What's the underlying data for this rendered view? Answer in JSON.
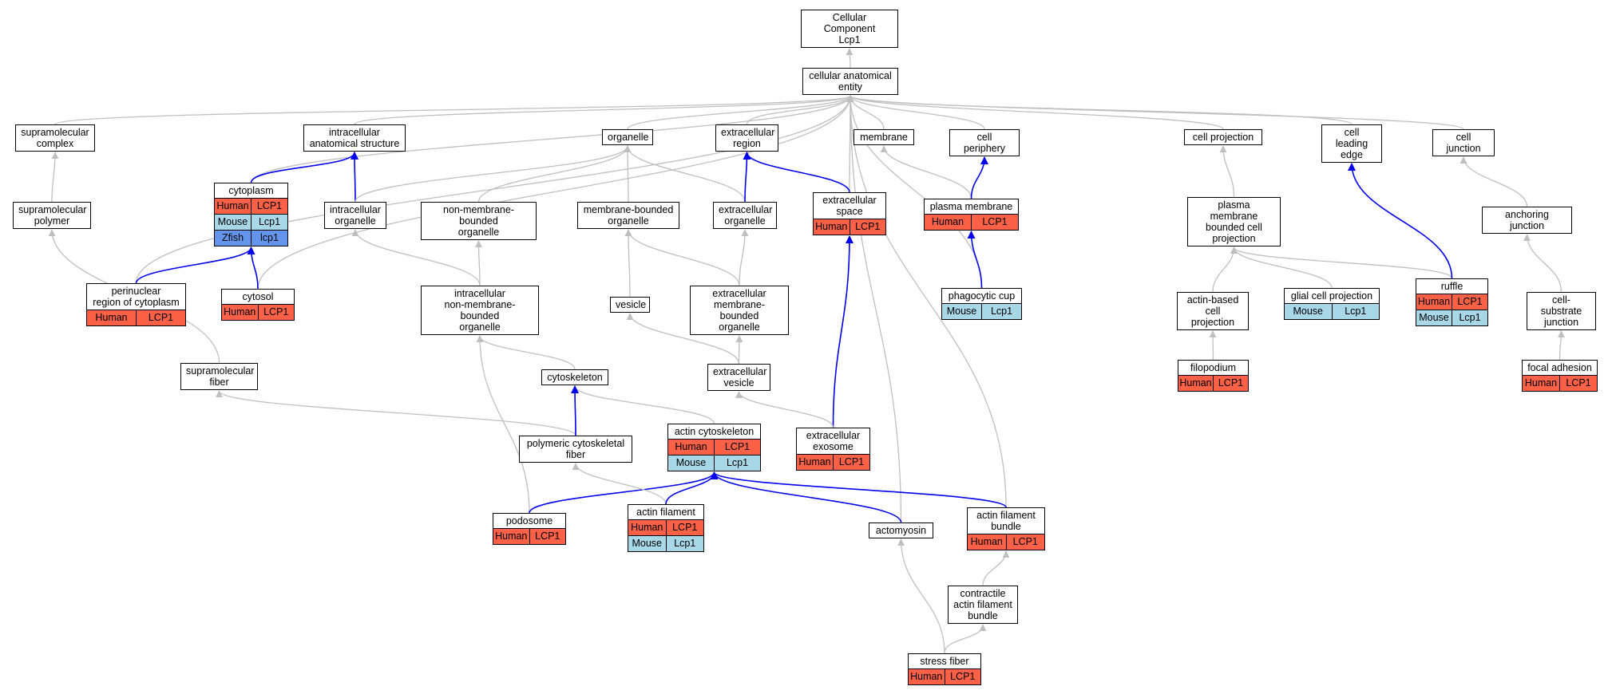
{
  "colors": {
    "human": "#fa6146",
    "mouse": "#a8d8e8",
    "zfish": "#6495ed",
    "gray_edge": "#bfbfbf",
    "blue_edge": "#0000ee"
  },
  "nodes": [
    {
      "id": "cc",
      "label": "Cellular Component\nLcp1",
      "annotations": []
    },
    {
      "id": "cae",
      "label": "cellular anatomical\nentity",
      "annotations": []
    },
    {
      "id": "supcomplex",
      "label": "supramolecular\ncomplex",
      "annotations": []
    },
    {
      "id": "ias",
      "label": "intracellular\nanatomical structure",
      "annotations": []
    },
    {
      "id": "organelle",
      "label": "organelle",
      "annotations": []
    },
    {
      "id": "exreg",
      "label": "extracellular\nregion",
      "annotations": []
    },
    {
      "id": "membrane",
      "label": "membrane",
      "annotations": []
    },
    {
      "id": "cellper",
      "label": "cell periphery",
      "annotations": []
    },
    {
      "id": "cellproj",
      "label": "cell projection",
      "annotations": []
    },
    {
      "id": "leadedge",
      "label": "cell leading\nedge",
      "annotations": []
    },
    {
      "id": "celljunc",
      "label": "cell junction",
      "annotations": []
    },
    {
      "id": "suppoly",
      "label": "supramolecular\npolymer",
      "annotations": []
    },
    {
      "id": "cytoplasm",
      "label": "cytoplasm",
      "annotations": [
        {
          "species": "Human",
          "gene": "LCP1"
        },
        {
          "species": "Mouse",
          "gene": "Lcp1"
        },
        {
          "species": "Zfish",
          "gene": "lcp1"
        }
      ]
    },
    {
      "id": "intorg",
      "label": "intracellular\norganelle",
      "annotations": []
    },
    {
      "id": "nmbo",
      "label": "non-membrane-bounded\norganelle",
      "annotations": []
    },
    {
      "id": "mbo",
      "label": "membrane-bounded\norganelle",
      "annotations": []
    },
    {
      "id": "exorg",
      "label": "extracellular\norganelle",
      "annotations": []
    },
    {
      "id": "exspace",
      "label": "extracellular\nspace",
      "annotations": [
        {
          "species": "Human",
          "gene": "LCP1"
        }
      ]
    },
    {
      "id": "plasmem",
      "label": "plasma membrane",
      "annotations": [
        {
          "species": "Human",
          "gene": "LCP1"
        }
      ]
    },
    {
      "id": "pmbcp",
      "label": "plasma membrane\nbounded cell\nprojection",
      "annotations": []
    },
    {
      "id": "anchjunc",
      "label": "anchoring junction",
      "annotations": []
    },
    {
      "id": "perinuc",
      "label": "perinuclear\nregion of cytoplasm",
      "annotations": [
        {
          "species": "Human",
          "gene": "LCP1"
        }
      ]
    },
    {
      "id": "cytosol",
      "label": "cytosol",
      "annotations": [
        {
          "species": "Human",
          "gene": "LCP1"
        }
      ]
    },
    {
      "id": "inmbo",
      "label": "intracellular\nnon-membrane-bounded\norganelle",
      "annotations": []
    },
    {
      "id": "vesicle",
      "label": "vesicle",
      "annotations": []
    },
    {
      "id": "exmbo",
      "label": "extracellular\nmembrane-bounded\norganelle",
      "annotations": []
    },
    {
      "id": "phagcup",
      "label": "phagocytic cup",
      "annotations": [
        {
          "species": "Mouse",
          "gene": "Lcp1"
        }
      ]
    },
    {
      "id": "abcp",
      "label": "actin-based\ncell projection",
      "annotations": []
    },
    {
      "id": "gcp",
      "label": "glial cell projection",
      "annotations": [
        {
          "species": "Mouse",
          "gene": "Lcp1"
        }
      ]
    },
    {
      "id": "ruffle",
      "label": "ruffle",
      "annotations": [
        {
          "species": "Human",
          "gene": "LCP1"
        },
        {
          "species": "Mouse",
          "gene": "Lcp1"
        }
      ]
    },
    {
      "id": "csj",
      "label": "cell-substrate\njunction",
      "annotations": []
    },
    {
      "id": "supfiber",
      "label": "supramolecular\nfiber",
      "annotations": []
    },
    {
      "id": "cytoskel",
      "label": "cytoskeleton",
      "annotations": []
    },
    {
      "id": "exves",
      "label": "extracellular\nvesicle",
      "annotations": []
    },
    {
      "id": "filopod",
      "label": "filopodium",
      "annotations": [
        {
          "species": "Human",
          "gene": "LCP1"
        }
      ]
    },
    {
      "id": "focadh",
      "label": "focal adhesion",
      "annotations": [
        {
          "species": "Human",
          "gene": "LCP1"
        }
      ]
    },
    {
      "id": "actcyto",
      "label": "actin cytoskeleton",
      "annotations": [
        {
          "species": "Human",
          "gene": "LCP1"
        },
        {
          "species": "Mouse",
          "gene": "Lcp1"
        }
      ]
    },
    {
      "id": "polycyto",
      "label": "polymeric cytoskeletal\nfiber",
      "annotations": []
    },
    {
      "id": "exosome",
      "label": "extracellular\nexosome",
      "annotations": [
        {
          "species": "Human",
          "gene": "LCP1"
        }
      ]
    },
    {
      "id": "podosome",
      "label": "podosome",
      "annotations": [
        {
          "species": "Human",
          "gene": "LCP1"
        }
      ]
    },
    {
      "id": "actfil",
      "label": "actin filament",
      "annotations": [
        {
          "species": "Human",
          "gene": "LCP1"
        },
        {
          "species": "Mouse",
          "gene": "Lcp1"
        }
      ]
    },
    {
      "id": "actomyo",
      "label": "actomyosin",
      "annotations": []
    },
    {
      "id": "afb",
      "label": "actin filament\nbundle",
      "annotations": [
        {
          "species": "Human",
          "gene": "LCP1"
        }
      ]
    },
    {
      "id": "cafb",
      "label": "contractile\nactin filament\nbundle",
      "annotations": []
    },
    {
      "id": "stressfib",
      "label": "stress fiber",
      "annotations": [
        {
          "species": "Human",
          "gene": "LCP1"
        }
      ]
    }
  ],
  "edges": [
    {
      "from": "cae",
      "to": "cc",
      "kind": "is_a"
    },
    {
      "from": "supcomplex",
      "to": "cae",
      "kind": "is_a"
    },
    {
      "from": "ias",
      "to": "cae",
      "kind": "is_a"
    },
    {
      "from": "organelle",
      "to": "cae",
      "kind": "is_a"
    },
    {
      "from": "exreg",
      "to": "cae",
      "kind": "is_a"
    },
    {
      "from": "membrane",
      "to": "cae",
      "kind": "is_a"
    },
    {
      "from": "cellper",
      "to": "cae",
      "kind": "is_a"
    },
    {
      "from": "cellproj",
      "to": "cae",
      "kind": "is_a"
    },
    {
      "from": "leadedge",
      "to": "cae",
      "kind": "is_a"
    },
    {
      "from": "celljunc",
      "to": "cae",
      "kind": "is_a"
    },
    {
      "from": "cytoplasm",
      "to": "cae",
      "kind": "is_a"
    },
    {
      "from": "perinuc",
      "to": "cae",
      "kind": "is_a"
    },
    {
      "from": "cytosol",
      "to": "cae",
      "kind": "is_a"
    },
    {
      "from": "exspace",
      "to": "cae",
      "kind": "is_a"
    },
    {
      "from": "phagcup",
      "to": "cae",
      "kind": "is_a"
    },
    {
      "from": "actomyo",
      "to": "cae",
      "kind": "is_a"
    },
    {
      "from": "afb",
      "to": "cae",
      "kind": "is_a"
    },
    {
      "from": "suppoly",
      "to": "supcomplex",
      "kind": "is_a"
    },
    {
      "from": "supfiber",
      "to": "suppoly",
      "kind": "is_a"
    },
    {
      "from": "polycyto",
      "to": "supfiber",
      "kind": "is_a"
    },
    {
      "from": "cytoplasm",
      "to": "ias",
      "kind": "part_of"
    },
    {
      "from": "intorg",
      "to": "ias",
      "kind": "part_of"
    },
    {
      "from": "perinuc",
      "to": "cytoplasm",
      "kind": "part_of"
    },
    {
      "from": "cytosol",
      "to": "cytoplasm",
      "kind": "part_of"
    },
    {
      "from": "intorg",
      "to": "organelle",
      "kind": "is_a"
    },
    {
      "from": "nmbo",
      "to": "organelle",
      "kind": "is_a"
    },
    {
      "from": "mbo",
      "to": "organelle",
      "kind": "is_a"
    },
    {
      "from": "exorg",
      "to": "organelle",
      "kind": "is_a"
    },
    {
      "from": "exorg",
      "to": "exreg",
      "kind": "part_of"
    },
    {
      "from": "exspace",
      "to": "exreg",
      "kind": "part_of"
    },
    {
      "from": "plasmem",
      "to": "membrane",
      "kind": "is_a"
    },
    {
      "from": "plasmem",
      "to": "cellper",
      "kind": "part_of"
    },
    {
      "from": "phagcup",
      "to": "plasmem",
      "kind": "part_of"
    },
    {
      "from": "exosome",
      "to": "exspace",
      "kind": "part_of"
    },
    {
      "from": "pmbcp",
      "to": "cellproj",
      "kind": "is_a"
    },
    {
      "from": "abcp",
      "to": "pmbcp",
      "kind": "is_a"
    },
    {
      "from": "gcp",
      "to": "pmbcp",
      "kind": "is_a"
    },
    {
      "from": "ruffle",
      "to": "pmbcp",
      "kind": "is_a"
    },
    {
      "from": "ruffle",
      "to": "leadedge",
      "kind": "part_of"
    },
    {
      "from": "filopod",
      "to": "abcp",
      "kind": "is_a"
    },
    {
      "from": "anchjunc",
      "to": "celljunc",
      "kind": "is_a"
    },
    {
      "from": "csj",
      "to": "anchjunc",
      "kind": "is_a"
    },
    {
      "from": "focadh",
      "to": "csj",
      "kind": "is_a"
    },
    {
      "from": "inmbo",
      "to": "intorg",
      "kind": "is_a"
    },
    {
      "from": "inmbo",
      "to": "nmbo",
      "kind": "is_a"
    },
    {
      "from": "vesicle",
      "to": "mbo",
      "kind": "is_a"
    },
    {
      "from": "exmbo",
      "to": "mbo",
      "kind": "is_a"
    },
    {
      "from": "exmbo",
      "to": "exorg",
      "kind": "is_a"
    },
    {
      "from": "cytoskel",
      "to": "inmbo",
      "kind": "is_a"
    },
    {
      "from": "exves",
      "to": "vesicle",
      "kind": "is_a"
    },
    {
      "from": "exves",
      "to": "exmbo",
      "kind": "is_a"
    },
    {
      "from": "actcyto",
      "to": "cytoskel",
      "kind": "is_a"
    },
    {
      "from": "polycyto",
      "to": "cytoskel",
      "kind": "part_of"
    },
    {
      "from": "exosome",
      "to": "exves",
      "kind": "is_a"
    },
    {
      "from": "podosome",
      "to": "inmbo",
      "kind": "is_a"
    },
    {
      "from": "podosome",
      "to": "actcyto",
      "kind": "part_of"
    },
    {
      "from": "actfil",
      "to": "polycyto",
      "kind": "is_a"
    },
    {
      "from": "actfil",
      "to": "actcyto",
      "kind": "part_of"
    },
    {
      "from": "actomyo",
      "to": "actcyto",
      "kind": "part_of"
    },
    {
      "from": "afb",
      "to": "actcyto",
      "kind": "part_of"
    },
    {
      "from": "cafb",
      "to": "afb",
      "kind": "is_a"
    },
    {
      "from": "stressfib",
      "to": "actomyo",
      "kind": "is_a"
    },
    {
      "from": "stressfib",
      "to": "cafb",
      "kind": "is_a"
    }
  ]
}
